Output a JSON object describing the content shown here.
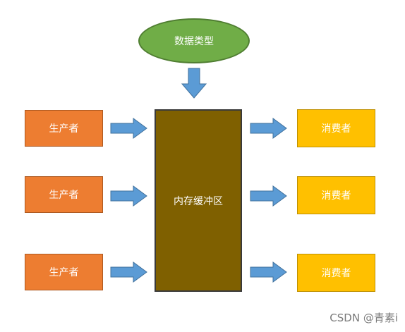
{
  "diagram": {
    "data_type": "数据类型",
    "buffer": "内存缓冲区",
    "producers": [
      "生产者",
      "生产者",
      "生产者"
    ],
    "consumers": [
      "消费者",
      "消费者",
      "消费者"
    ]
  },
  "colors": {
    "data_type_fill": "#70ad47",
    "buffer_fill": "#7f6000",
    "producer_fill": "#ed7d31",
    "consumer_fill": "#ffc000",
    "arrow_fill": "#5b9bd5"
  },
  "watermark": "CSDN @青素i"
}
